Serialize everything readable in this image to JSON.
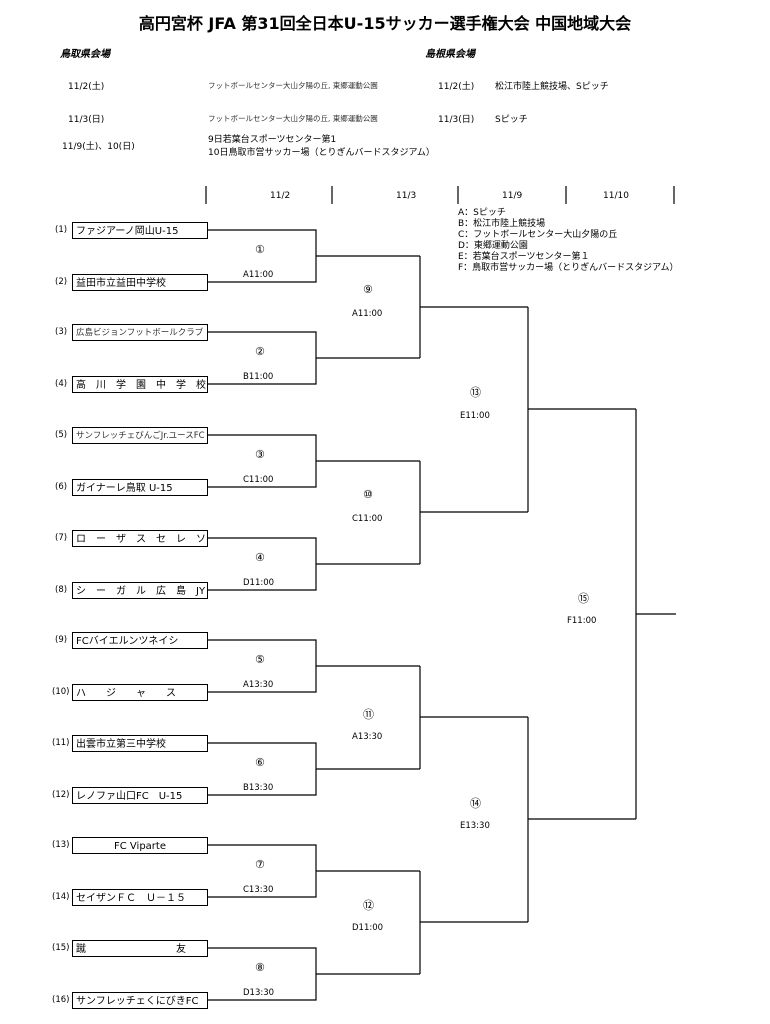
{
  "title": "高円宮杯 JFA 第31回全日本U-15サッカー選手権大会 中国地域大会",
  "venues": {
    "tottori_heading": "鳥取県会場",
    "shimane_heading": "島根県会場",
    "tottori": [
      {
        "date": "11/2(土)",
        "place": "フットボールセンター大山夕陽の丘, 東郷運動公園"
      },
      {
        "date": "11/3(日)",
        "place": "フットボールセンター大山夕陽の丘, 東郷運動公園"
      },
      {
        "date": "11/9(土)、10(日)",
        "place": "9日若葉台スポーツセンター第1",
        "place2": "10日鳥取市営サッカー場（とりぎんバードスタジアム）"
      }
    ],
    "shimane": [
      {
        "date": "11/2(土)",
        "place": "松江市陸上競技場、Sピッチ"
      },
      {
        "date": "11/3(日)",
        "place": "Sピッチ"
      }
    ]
  },
  "round_dates": [
    "11/2",
    "11/3",
    "11/9",
    "11/10"
  ],
  "legend": [
    "A：Sピッチ",
    "B：松江市陸上競技場",
    "C：フットボールセンター大山夕陽の丘",
    "D：東郷運動公園",
    "E：若葉台スポーツセンター第１",
    "F：鳥取市営サッカー場（とりぎんバードスタジアム）"
  ],
  "teams": [
    {
      "seed": "(1)",
      "name": "ファジアーノ岡山U-15"
    },
    {
      "seed": "(2)",
      "name": "益田市立益田中学校"
    },
    {
      "seed": "(3)",
      "name": "広島ビジョンフットボールクラブ"
    },
    {
      "seed": "(4)",
      "name": "高　川　学　園　中　学　校"
    },
    {
      "seed": "(5)",
      "name": "サンフレッチェびんごJr.ユースFC"
    },
    {
      "seed": "(6)",
      "name": "ガイナーレ鳥取 U-15"
    },
    {
      "seed": "(7)",
      "name": "ロ　ー　ザ　ス　セ　レ　ソ　ン"
    },
    {
      "seed": "(8)",
      "name": "シ　ー　ガ　ル　広　島　JY"
    },
    {
      "seed": "(9)",
      "name": "FCバイエルンツネイシ"
    },
    {
      "seed": "(10)",
      "name": "ハ　　ジ　　ャ　　ス"
    },
    {
      "seed": "(11)",
      "name": "出雲市立第三中学校"
    },
    {
      "seed": "(12)",
      "name": "レノファ山口FC　U-15"
    },
    {
      "seed": "(13)",
      "name": "FC Viparte"
    },
    {
      "seed": "(14)",
      "name": "セイザンＦＣ　Ｕ－１５"
    },
    {
      "seed": "(15)",
      "name": "蹴　　　　　　　　　友"
    },
    {
      "seed": "(16)",
      "name": "サンフレッチェくにびきFC"
    }
  ],
  "matches": [
    {
      "num": "①",
      "time": "A11:00"
    },
    {
      "num": "②",
      "time": "B11:00"
    },
    {
      "num": "③",
      "time": "C11:00"
    },
    {
      "num": "④",
      "time": "D11:00"
    },
    {
      "num": "⑤",
      "time": "A13:30"
    },
    {
      "num": "⑥",
      "time": "B13:30"
    },
    {
      "num": "⑦",
      "time": "C13:30"
    },
    {
      "num": "⑧",
      "time": "D13:30"
    },
    {
      "num": "⑨",
      "time": "A11:00"
    },
    {
      "num": "⑩",
      "time": "C11:00"
    },
    {
      "num": "⑪",
      "time": "A13:30"
    },
    {
      "num": "⑫",
      "time": "D11:00"
    },
    {
      "num": "⑬",
      "time": "E11:00"
    },
    {
      "num": "⑭",
      "time": "E13:30"
    },
    {
      "num": "⑮",
      "time": "F11:00"
    }
  ]
}
